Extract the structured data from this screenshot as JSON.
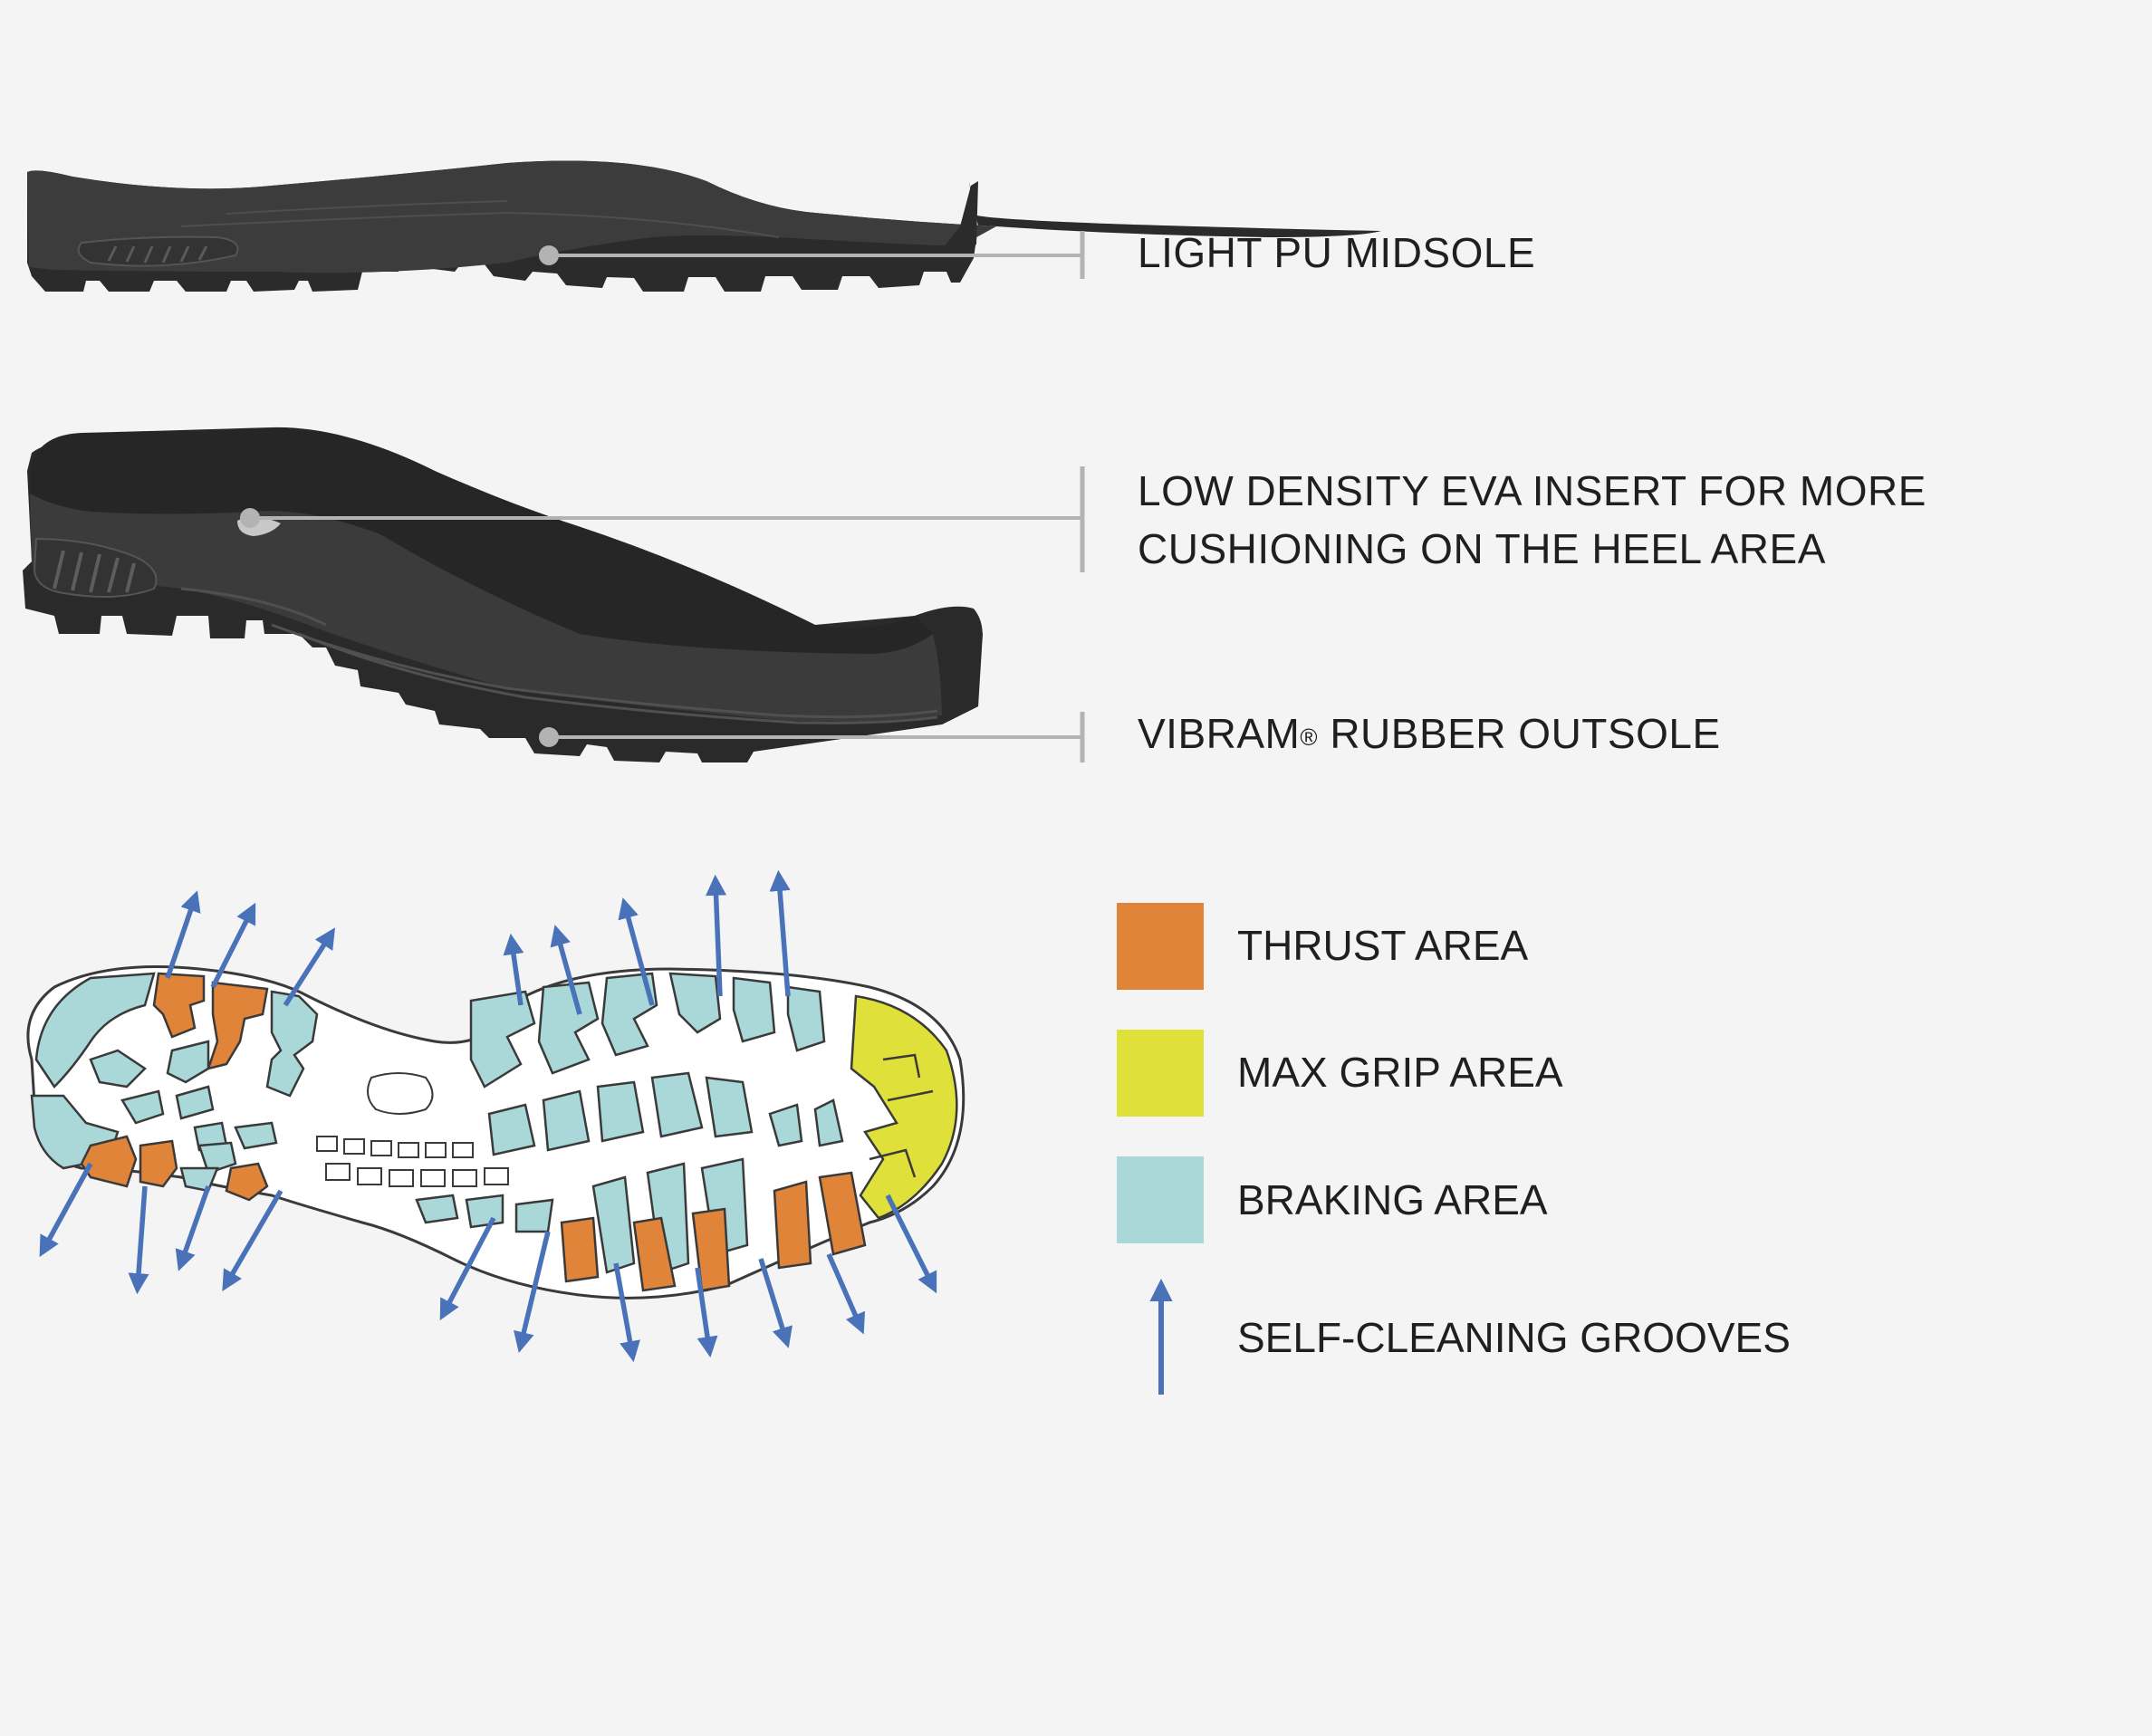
{
  "callouts": {
    "midsole": "LIGHT PU MIDSOLE",
    "eva_line1": "LOW DENSITY EVA INSERT FOR MORE",
    "eva_line2": "CUSHIONING ON THE HEEL AREA",
    "outsole_main": "VIBRAM",
    "outsole_mark": "®",
    "outsole_rest": " RUBBER OUTSOLE"
  },
  "legend": [
    {
      "label": "THRUST AREA",
      "color": "#e0843a",
      "icon": "orange-swatch"
    },
    {
      "label": "MAX GRIP AREA",
      "color": "#dfe03a",
      "icon": "yellow-swatch"
    },
    {
      "label": "BRAKING AREA",
      "color": "#aad8d8",
      "icon": "cyan-swatch"
    },
    {
      "label": "SELF-CLEANING GROOVES",
      "color": "#4a72b8",
      "icon": "blue-arrow-icon"
    }
  ],
  "colors": {
    "sole_dark": "#2b2b2b",
    "sole_mid": "#3a3a3a",
    "leader": "#b3b3b3",
    "thrust": "#e0843a",
    "grip": "#dfe03a",
    "braking": "#aad8d8",
    "arrow": "#4a72b8"
  }
}
